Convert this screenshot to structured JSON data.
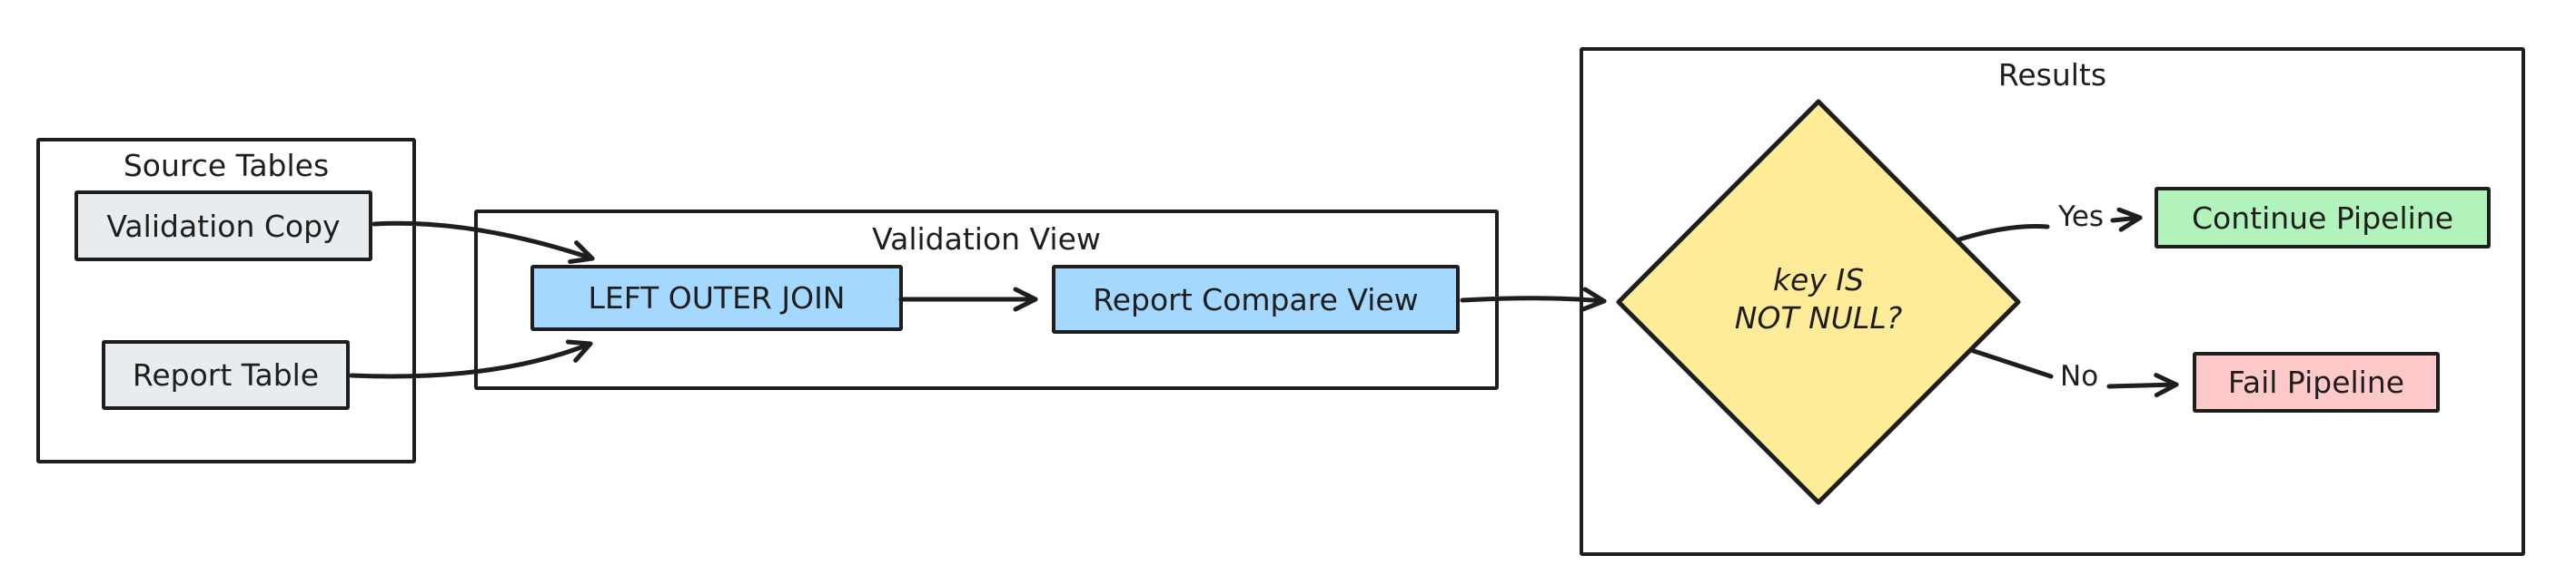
{
  "diagram": {
    "stroke_color": "#1e1e1e",
    "background_color": "#ffffff",
    "source": {
      "title": "Source Tables",
      "node_fill": "#e9ecef",
      "validation_copy_label": "Validation Copy",
      "report_table_label": "Report Table"
    },
    "validation": {
      "title": "Validation View",
      "node_fill": "#a5d8ff",
      "join_label": "LEFT OUTER JOIN",
      "compare_label": "Report Compare View"
    },
    "results": {
      "title": "Results",
      "decision_text": "key IS\nNOT NULL?",
      "decision_fill": "#ffec99",
      "yes_label": "Yes",
      "no_label": "No",
      "continue_label": "Continue Pipeline",
      "continue_fill": "#b2f2bb",
      "fail_label": "Fail Pipeline",
      "fail_fill": "#ffc9c9"
    }
  }
}
